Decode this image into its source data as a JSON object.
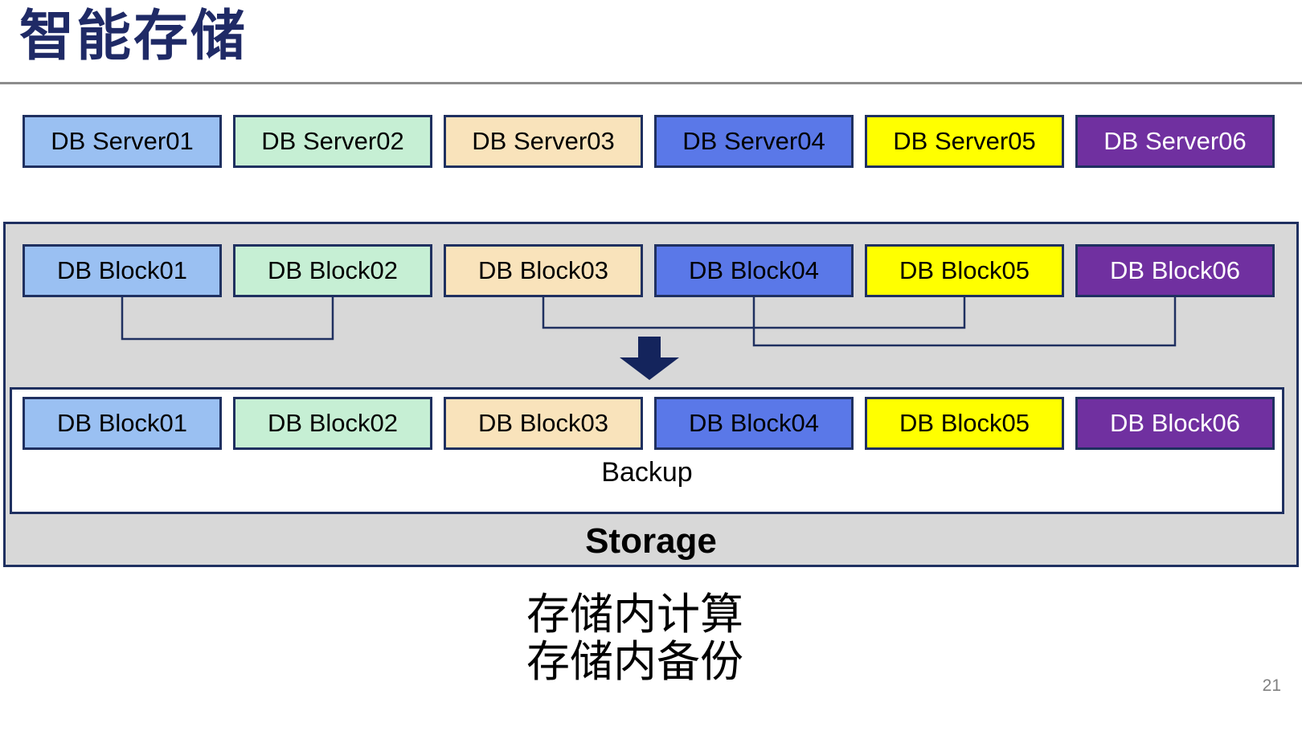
{
  "title": "智能存储",
  "page_number": "21",
  "captions": {
    "line1": "存储内计算",
    "line2": "存储内备份"
  },
  "palette": {
    "fills": [
      "#9AC0F2",
      "#C6EFD4",
      "#F9E3BB",
      "#5A78E8",
      "#FFFF00",
      "#7030A0"
    ],
    "text": [
      "#000000",
      "#000000",
      "#000000",
      "#000000",
      "#000000",
      "#FFFFFF"
    ],
    "border": "#1F3060",
    "container_fill": "#D8D8D8",
    "arrow": "#14245C",
    "title_color": "#1F2A66",
    "rule_color": "#8C8C8C",
    "page_number_color": "#808080"
  },
  "server_row": {
    "items": [
      {
        "label": "DB Server01"
      },
      {
        "label": "DB Server02"
      },
      {
        "label": "DB Server03"
      },
      {
        "label": "DB Server04"
      },
      {
        "label": "DB Server05"
      },
      {
        "label": "DB Server06"
      }
    ]
  },
  "storage": {
    "top_blocks": {
      "items": [
        {
          "label": "DB Block01"
        },
        {
          "label": "DB Block02"
        },
        {
          "label": "DB Block03"
        },
        {
          "label": "DB Block04"
        },
        {
          "label": "DB Block05"
        },
        {
          "label": "DB Block06"
        }
      ]
    },
    "bottom_blocks": {
      "items": [
        {
          "label": "DB Block01"
        },
        {
          "label": "DB Block02"
        },
        {
          "label": "DB Block03"
        },
        {
          "label": "DB Block04"
        },
        {
          "label": "DB Block05"
        },
        {
          "label": "DB Block06"
        }
      ]
    },
    "backup_label": "Backup",
    "storage_label": "Storage"
  }
}
